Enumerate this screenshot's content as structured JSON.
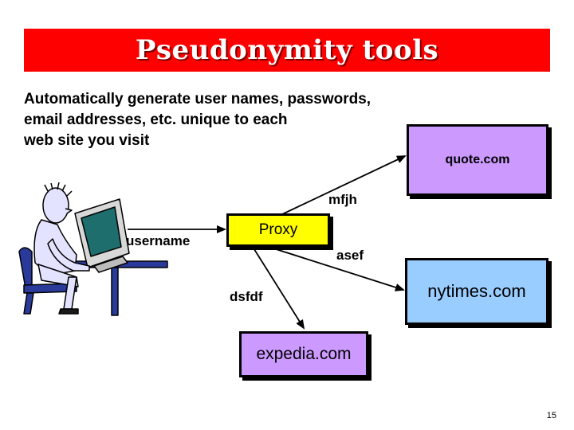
{
  "title": "Pseudonymity tools",
  "body_lines": [
    "Automatically generate user names, passwords,",
    "email addresses, etc. unique to each",
    "web site you visit"
  ],
  "nodes": {
    "proxy": "Proxy",
    "quote": "quote.com",
    "nytimes": "nytimes.com",
    "expedia": "expedia.com"
  },
  "edge_labels": {
    "username": "username",
    "mfjh": "mfjh",
    "asef": "asef",
    "dsfdf": "dsfdf"
  },
  "colors": {
    "title_bar": "#ff0000",
    "proxy_fill": "#ffff00",
    "quote_fill": "#cc99ff",
    "nytimes_fill": "#99ccff",
    "expedia_fill": "#cc99ff"
  },
  "page_number": "15"
}
